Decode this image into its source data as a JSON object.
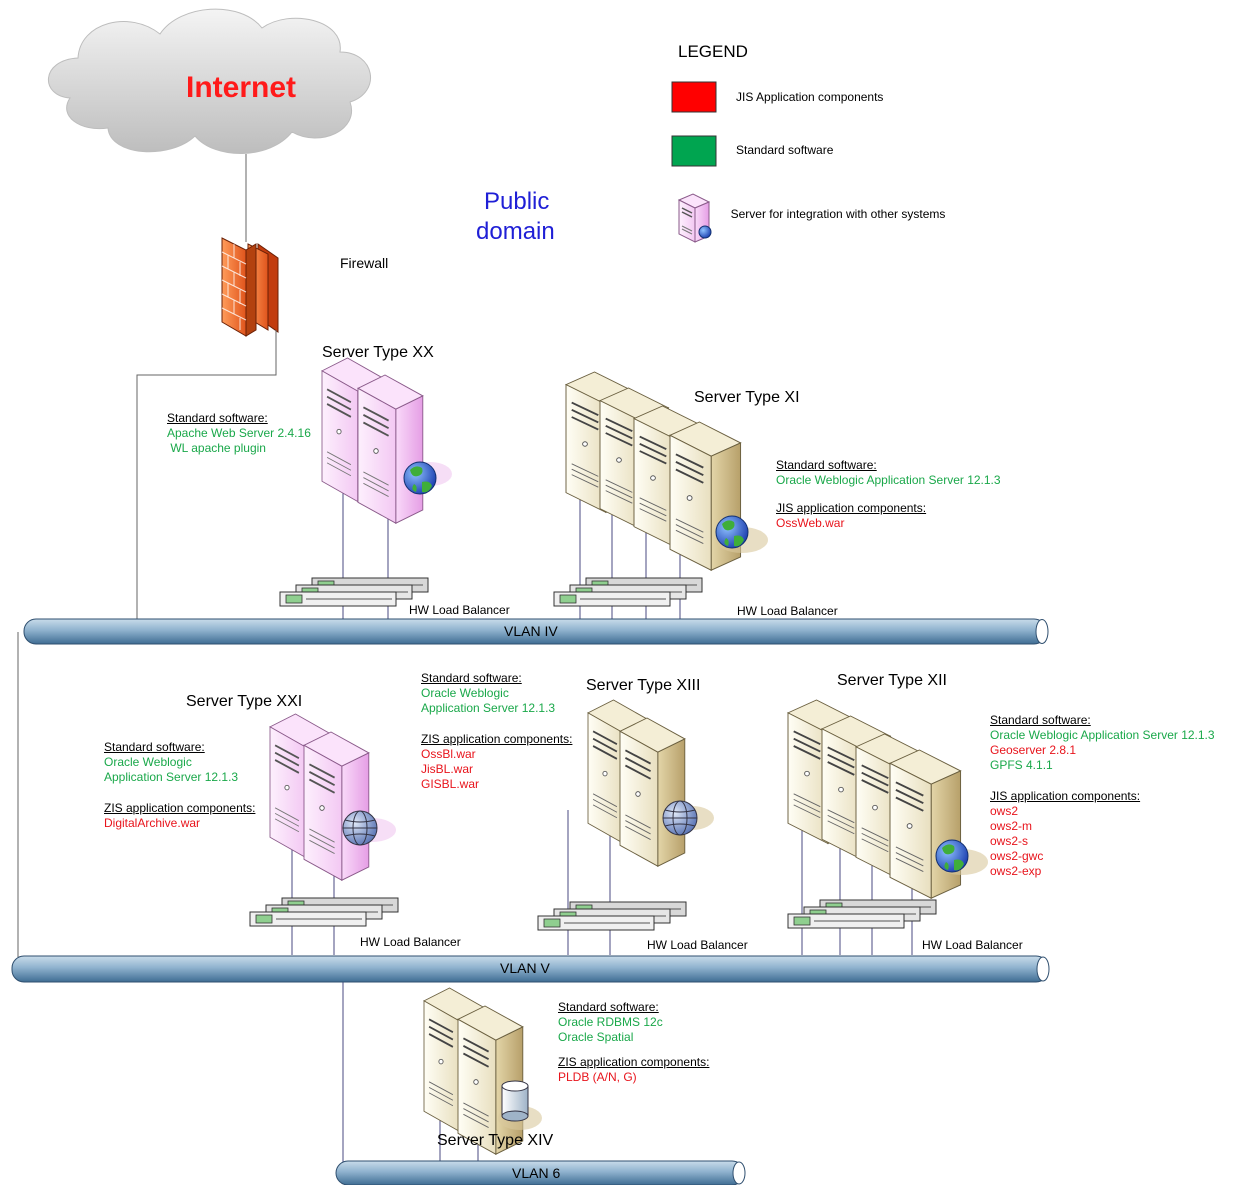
{
  "cloud_label": "Internet",
  "public_domain": [
    "Public",
    "domain"
  ],
  "firewall_label": "Firewall",
  "legend": {
    "title": "LEGEND",
    "items": [
      {
        "color": "#ff0000",
        "label": "JIS Application components"
      },
      {
        "color": "#00a550",
        "label": "Standard software"
      },
      {
        "icon": "integration-server-icon",
        "label": "Server for integration with other systems"
      }
    ]
  },
  "servers": {
    "xx": {
      "title": "Server Type XX",
      "std_heading": "Standard software:",
      "std": [
        "Apache Web Server 2.4.16",
        " WL apache plugin"
      ]
    },
    "xi": {
      "title": "Server Type XI",
      "std_heading": "Standard software:",
      "std": [
        "Oracle Weblogic Application Server 12.1.3"
      ],
      "comp_heading": "JIS application components:",
      "comp": [
        "OssWeb.war"
      ]
    },
    "xxi": {
      "title": "Server Type XXI",
      "std_heading": "Standard software:",
      "std": [
        "Oracle Weblogic",
        "Application Server 12.1.3"
      ],
      "comp_heading": "ZIS application components:",
      "comp": [
        "DigitalArchive.war"
      ]
    },
    "xiii": {
      "title": "Server Type XIII",
      "std_heading": "Standard software:",
      "std": [
        "Oracle Weblogic",
        "Application Server 12.1.3"
      ],
      "comp_heading": "ZIS application components:",
      "comp": [
        "OssBl.war",
        "JisBL.war",
        "GISBL.war"
      ]
    },
    "xii": {
      "title": "Server Type XII",
      "std_heading": "Standard software:",
      "std": [
        "Oracle Weblogic Application Server 12.1.3"
      ],
      "std_red": [
        "Geoserver 2.8.1"
      ],
      "std2": [
        "GPFS 4.1.1"
      ],
      "comp_heading": "JIS application components:",
      "comp": [
        "ows2",
        "ows2-m",
        "ows2-s",
        "ows2-gwc",
        "ows2-exp"
      ]
    },
    "xiv": {
      "title": "Server Type XIV",
      "std_heading": "Standard software:",
      "std": [
        "Oracle RDBMS 12c",
        "Oracle Spatial"
      ],
      "comp_heading": "ZIS application components:",
      "comp": [
        "PLDB (A/N, G)"
      ]
    }
  },
  "load_balancer_label": "HW Load Balancer",
  "vlans": [
    "VLAN IV",
    "VLAN V",
    "VLAN 6"
  ]
}
